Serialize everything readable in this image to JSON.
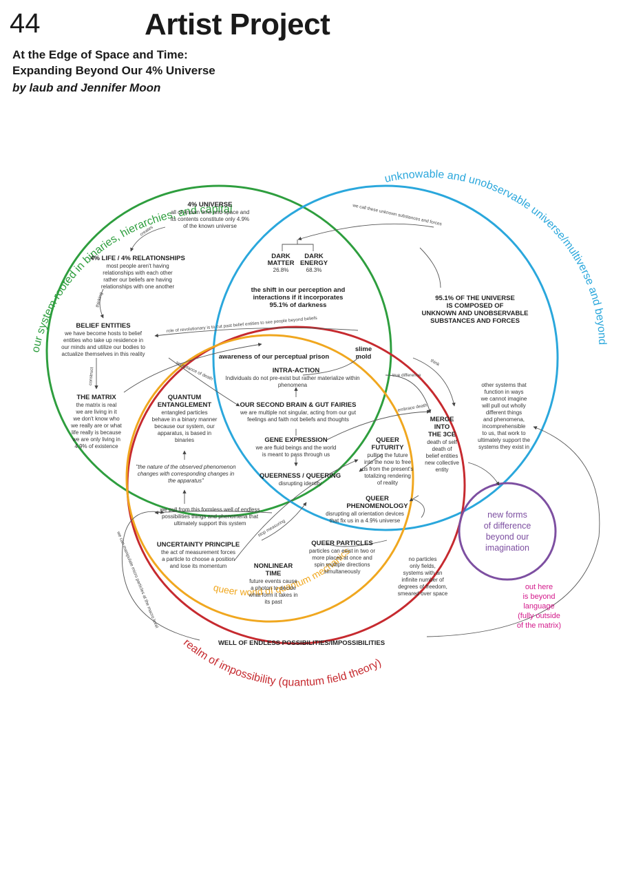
{
  "header": {
    "page_number": "44",
    "section_title": "Artist Project",
    "subtitle_line1": "At the Edge of Space and Time:",
    "subtitle_line2": "Expanding Beyond Our 4% Universe",
    "byline": "by laub and Jennifer Moon"
  },
  "colors": {
    "green": "#2e9e3e",
    "blue": "#2aa7dc",
    "red": "#c62a2f",
    "orange": "#f0a71f",
    "purple": "#7d4fa1",
    "magenta": "#d3188a"
  },
  "circles": {
    "green_label": "our system rooted in binaries, hierarchies, and capital",
    "blue_label": "unknowable and unobservable universe/multiverse and beyond",
    "orange_label": "queer world of quantum mechanics",
    "red_label": "realm of impossibility (quantum field theory)",
    "purple_label": [
      "new forms",
      "of difference",
      "beyond our",
      "imagination"
    ]
  },
  "nodes": {
    "universe_4": {
      "title": "4% UNIVERSE",
      "body": [
        "all of known time and space and",
        "its contents constitute only 4.9%",
        "of the known universe"
      ]
    },
    "life_4": {
      "title": "4% LIFE / 4% RELATIONSHIPS",
      "body": [
        "most people aren't having",
        "relationships with each other",
        "rather our beliefs are having",
        "relationships with one another"
      ]
    },
    "belief_entities": {
      "title": "BELIEF ENTITIES",
      "body": [
        "we have become hosts to belief",
        "entities who take up residence in",
        "our minds and utilize our bodies to",
        "actualize themselves in this reality"
      ]
    },
    "matrix": {
      "title": "THE MATRIX",
      "body": [
        "the matrix is real",
        "we are living in it",
        "we don't know who",
        "we really are or what",
        "life really is because",
        "we are only living in",
        "4.9% of existence"
      ]
    },
    "dark_matter": {
      "title": [
        "DARK",
        "MATTER"
      ],
      "value": "26.8%"
    },
    "dark_energy": {
      "title": [
        "DARK",
        "ENERGY"
      ],
      "value": "68.3%"
    },
    "shift": {
      "body": [
        "the shift in our perception and",
        "interactions if it incorporates",
        "95.1% of darkness"
      ]
    },
    "universe_95": {
      "title": [
        "95.1% OF THE UNIVERSE",
        "IS COMPOSED OF",
        "UNKNOWN AND UNOBSERVABLE",
        "SUBSTANCES AND FORCES"
      ]
    },
    "awareness": {
      "title": "awareness of our perceptual prison"
    },
    "slime_mold": {
      "title": [
        "slime",
        "mold"
      ]
    },
    "intra_action": {
      "title": "INTRA-ACTION",
      "body": [
        "Individuals do not pre-exist but rather materialize within",
        "phenomena"
      ]
    },
    "quantum_entanglement": {
      "title": [
        "QUANTUM",
        "ENTANGLEMENT"
      ],
      "body": [
        "entangled particles",
        "behave in a binary manner",
        "because our system, our",
        "apparatus, is based in",
        "binaries"
      ]
    },
    "second_brain": {
      "title": "OUR SECOND BRAIN & GUT FAIRIES",
      "body": [
        "we are multiple not singular, acting from our gut",
        "feelings and faith not beliefs and thoughts"
      ]
    },
    "gene_expression": {
      "title": "GENE EXPRESSION",
      "body": [
        "we are fluid beings and the world",
        "is meant to pass through us"
      ]
    },
    "queerness": {
      "title": "QUEERNESS / QUEERING",
      "body": [
        "disrupting identity"
      ]
    },
    "queer_futurity": {
      "title": [
        "QUEER",
        "FUTURITY"
      ],
      "body": [
        "pulling the future",
        "into the now to free",
        "us from the present's",
        "totalizing rendering",
        "of reality"
      ]
    },
    "merge": {
      "title": [
        "MERGE",
        "INTO",
        "THE 3CE"
      ],
      "body": [
        "death of self",
        "death of",
        "belief entities",
        "new collective",
        "entity"
      ]
    },
    "other_systems": {
      "body": [
        "other systems that",
        "function in ways",
        "we cannot imagine",
        "will pull out wholly",
        "different things",
        "and phenomena,",
        "incomprehensible",
        "to us, that work to",
        "ultimately support the",
        "systems they exist in"
      ]
    },
    "quote": {
      "body": [
        "\"the nature of the observed phenomenon",
        "changes with corresponding changes in",
        "the apparatus\""
      ]
    },
    "formless_well": {
      "body": [
        "we pull from this formless well of endless",
        "possibilities things and phenomena that",
        "ultimately support this system"
      ]
    },
    "queer_phenomenology": {
      "title": [
        "QUEER",
        "PHENOMENOLOGY"
      ],
      "body": [
        "disrupting all orientation devices",
        "that fix us in a 4.9% universe"
      ]
    },
    "uncertainty": {
      "title": "UNCERTAINTY PRINCIPLE",
      "body": [
        "the act of measurement forces",
        "a particle to choose a position",
        "and lose its momentum"
      ]
    },
    "queer_particles": {
      "title": "QUEER PARTICLES",
      "body": [
        "particles can exist in two or",
        "more places at once and",
        "spin multiple directions",
        "simultaneously"
      ]
    },
    "nonlinear_time": {
      "title": [
        "NONLINEAR",
        "TIME"
      ],
      "body": [
        "future events cause",
        "a photon to decide",
        "what form it takes in",
        "its past"
      ]
    },
    "no_particles": {
      "body": [
        "no particles",
        "only fields,",
        "systems with an",
        "infinite number of",
        "degrees of freedom,",
        "smeared over space"
      ]
    },
    "well": {
      "title": "WELL OF ENDLESS POSSIBILITIES/IMPOSSIBILITIES"
    },
    "out_here": {
      "body": [
        "out here",
        "is beyond",
        "language",
        "(fully outside",
        "of the matrix)"
      ]
    }
  },
  "arrow_labels": {
    "creates": "creates",
    "thinking": "thinking",
    "construct": "construct",
    "unknown_forces": "we call these unknown substances and forces",
    "revolutionary": "role of revolutionary is to cut past belief entities to see people beyond beliefs",
    "acceptance": "acceptance of death",
    "true_difference": "true difference",
    "think": "think",
    "embrace_death": "embrace death",
    "stop_measuring": "stop measuring",
    "manipulate": "we can manipulate micro particles at the macro level"
  }
}
